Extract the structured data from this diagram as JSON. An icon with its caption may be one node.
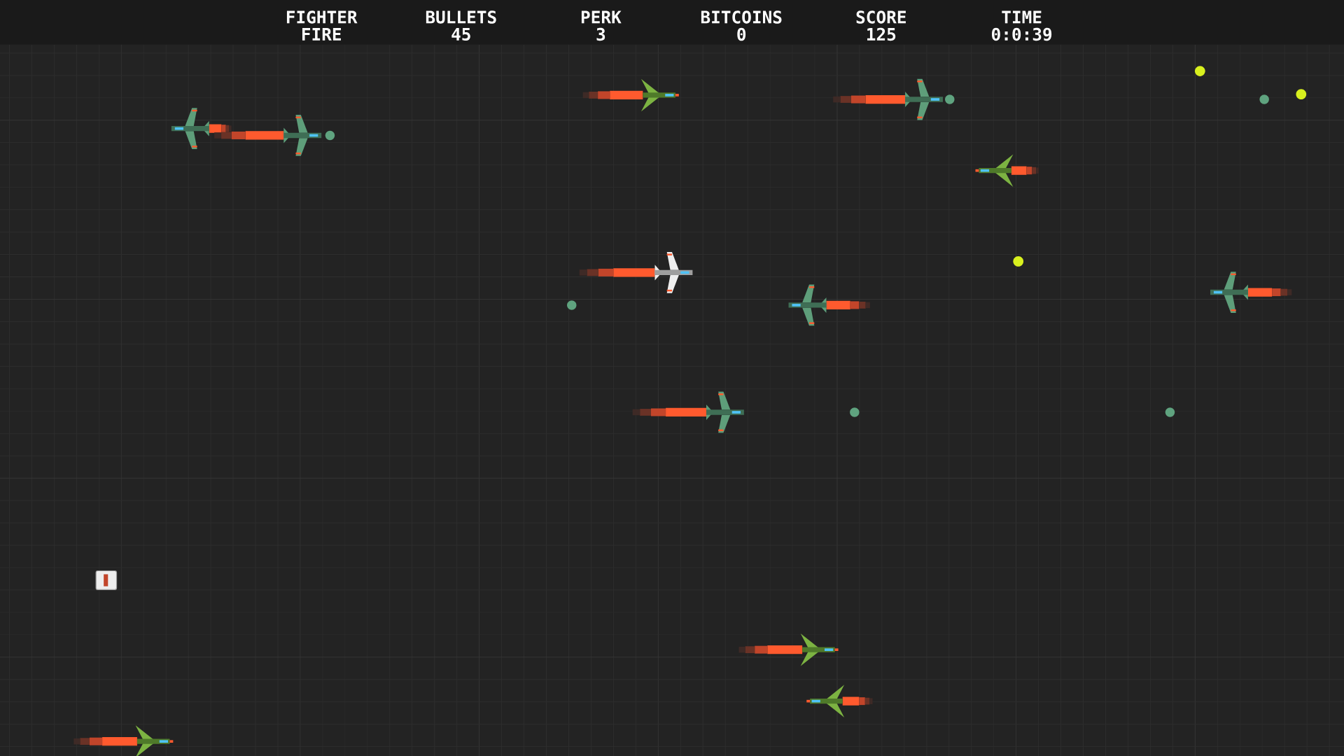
{
  "diagram": {
    "labels": [
      "FIGHTER",
      "BULLETS",
      "PERK",
      "BITCOINS",
      "SCORE",
      "TIME",
      "FIRE",
      "45",
      "3",
      "0",
      "125",
      "0:0:39"
    ]
  }
}
